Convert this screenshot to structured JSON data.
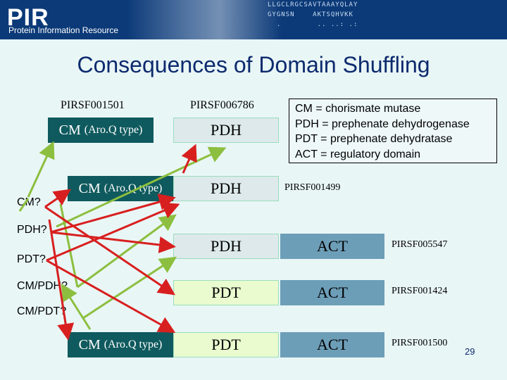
{
  "banner": {
    "logo": "PIR",
    "logo_subtitle": "Protein Information Resource",
    "sequence_lines": [
      "LLGCLRGCSAVTAAAYQLAY",
      "GYGNSN    AKTSQHVKK",
      "  .        .. ..: .:"
    ]
  },
  "title": "Consequences of Domain Shuffling",
  "families": {
    "top_left": "PIRSF001501",
    "top_right": "PIRSF006786",
    "row2": "PIRSF001499",
    "row3": "PIRSF005547",
    "row4": "PIRSF001424",
    "row5": "PIRSF001500"
  },
  "domains": {
    "cm": "CM",
    "aroq": "(Aro.Q type)",
    "pdh": "PDH",
    "pdt": "PDT",
    "act": "ACT"
  },
  "legend": [
    "CM  = chorismate mutase",
    "PDH = prephenate dehydrogenase",
    "PDT = prephenate dehydratase",
    "ACT = regulatory domain"
  ],
  "questions": [
    "CM?",
    "PDH?",
    "PDT?",
    "CM/PDH?",
    "CM/PDT?"
  ],
  "page_number": "29",
  "colors": {
    "red_arrow": "#d81f1f",
    "green_arrow": "#8cbf3f",
    "banner": "#0c3a78"
  }
}
